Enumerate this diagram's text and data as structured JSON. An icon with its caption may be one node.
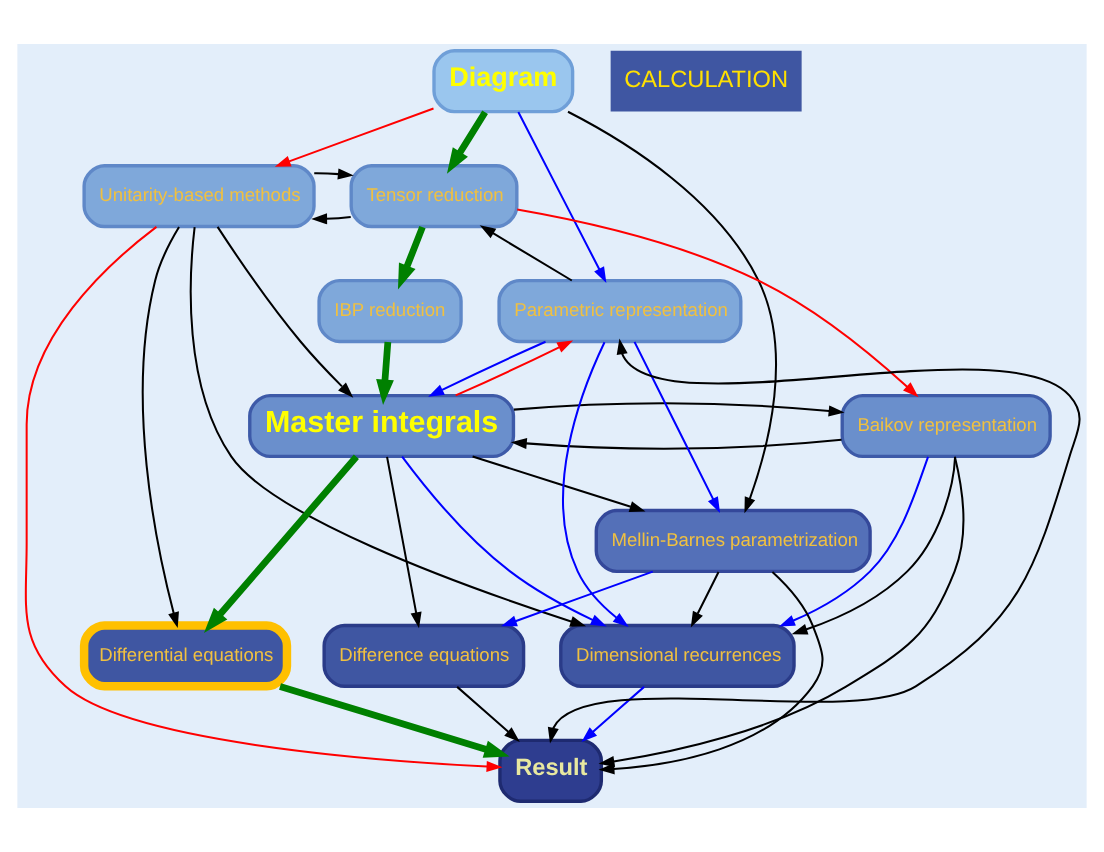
{
  "diagram": {
    "nodes": [
      {
        "text": [
          "Diagram"
        ]
      },
      {
        "text": [
          "Unitarity-based methods"
        ]
      },
      {
        "text": [
          "Tensor reduction"
        ]
      },
      {
        "text": [
          "IBP reduction"
        ]
      },
      {
        "text": [
          "Baikov representation"
        ]
      },
      {
        "text": [
          "Master integrals"
        ]
      },
      {
        "text": [
          "Parametric representation"
        ]
      },
      {
        "text": [
          "Mellin-Barnes parametrization"
        ]
      },
      {
        "text": [
          "Dimensional recurrences"
        ]
      },
      {
        "text": [
          "Differential equations"
        ]
      },
      {
        "text": [
          "Difference equations"
        ]
      },
      {
        "text": [
          "Result"
        ]
      }
    ],
    "edges": [
      {
        "from": 0,
        "to": 1,
        "arrow": "to",
        "color": "#ff0000"
      },
      {
        "from": 0,
        "to": 2,
        "arrow": "to",
        "style": "thick",
        "color": "#008000"
      },
      {
        "from": 0,
        "to": 6,
        "arrow": "to",
        "color": "#0000ff"
      },
      {
        "from": 0,
        "to": 7,
        "arrow": "to"
      },
      {
        "from": 2,
        "to": 1,
        "arrow": "to"
      },
      {
        "from": 1,
        "to": 2,
        "arrow": "to"
      },
      {
        "from": 2,
        "to": 4,
        "arrow": "to",
        "color": "#ff0000"
      },
      {
        "from": 2,
        "to": 3,
        "arrow": "to",
        "style": "thick",
        "color": "#008000"
      },
      {
        "from": 6,
        "to": 2,
        "arrow": "to"
      },
      {
        "from": 3,
        "to": 5,
        "arrow": "to",
        "style": "thick",
        "color": "#008000"
      },
      {
        "from": 1,
        "to": 5,
        "arrow": "to"
      },
      {
        "from": 4,
        "to": 5,
        "arrow": "to"
      },
      {
        "from": 5,
        "to": 4,
        "arrow": "to"
      },
      {
        "from": 1,
        "to": 8,
        "arrow": "to"
      },
      {
        "from": 1,
        "to": 9,
        "arrow": "to"
      },
      {
        "from": 1,
        "to": 11,
        "arrow": "to",
        "color": "#ff0000"
      },
      {
        "from": 6,
        "to": 5,
        "arrow": "to",
        "color": "#0000ff"
      },
      {
        "from": 5,
        "to": 6,
        "arrow": "to",
        "color": "#ff0000"
      },
      {
        "from": 4,
        "to": 8,
        "arrow": "to",
        "color": "#0000ff"
      },
      {
        "from": 4,
        "to": 8,
        "arrow": "to"
      },
      {
        "from": 4,
        "to": 11,
        "arrow": "to"
      },
      {
        "from": 5,
        "to": 8,
        "arrow": "to",
        "color": "#0000ff"
      },
      {
        "from": 6,
        "to": 8,
        "arrow": "to",
        "color": "#0000ff"
      },
      {
        "from": 5,
        "to": 9,
        "arrow": "to",
        "style": "thick",
        "color": "#008000"
      },
      {
        "from": 5,
        "to": 10,
        "arrow": "to"
      },
      {
        "from": 5,
        "to": 7,
        "arrow": "to"
      },
      {
        "from": 6,
        "to": 7,
        "arrow": "to",
        "color": "#0000ff"
      },
      {
        "from": 11,
        "to": 6,
        "arrow": "both"
      },
      {
        "from": 7,
        "to": 8,
        "arrow": "to"
      },
      {
        "from": 7,
        "to": 10,
        "arrow": "to",
        "color": "#0000ff"
      },
      {
        "from": 8,
        "to": 11,
        "arrow": "to",
        "color": "#0000ff"
      },
      {
        "from": 9,
        "to": 11,
        "arrow": "to",
        "style": "thick",
        "color": "#008000"
      },
      {
        "from": 10,
        "to": 11,
        "arrow": "to"
      },
      {
        "from": 7,
        "to": 11,
        "arrow": "to"
      }
    ],
    "labels": [
      "CALCULATION"
    ]
  }
}
